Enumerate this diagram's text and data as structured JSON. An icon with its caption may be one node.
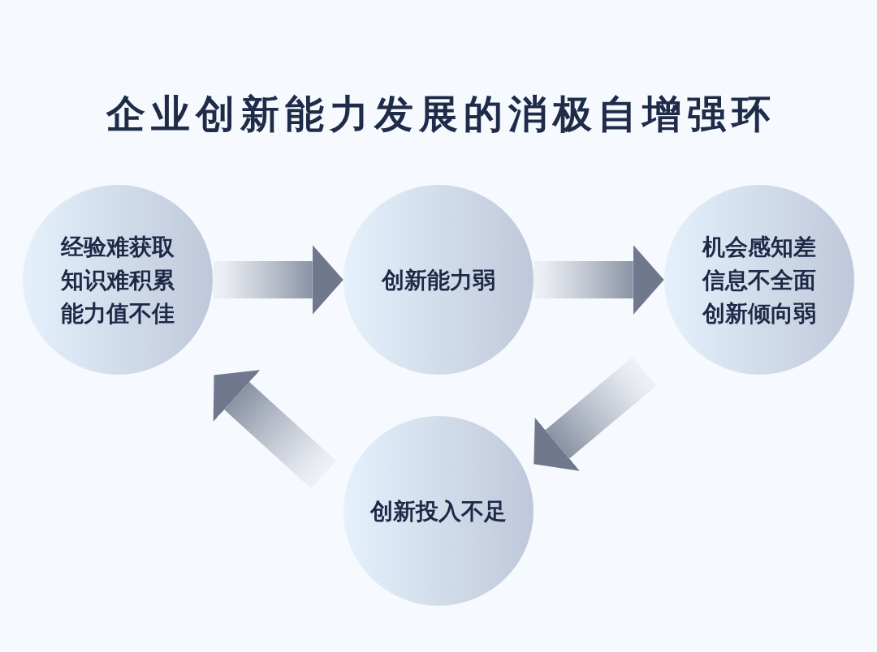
{
  "diagram": {
    "title": "企业创新能力发展的消极自增强环",
    "nodes": [
      {
        "text": [
          "经验难获取",
          "知识难积累",
          "能力值不佳"
        ]
      },
      {
        "text": [
          "创新能力弱"
        ]
      },
      {
        "text": [
          "机会感知差",
          "信息不全面",
          "创新倾向弱"
        ]
      },
      {
        "text": [
          "创新投入不足"
        ]
      }
    ],
    "edges": [
      {
        "from": 0,
        "to": 1,
        "arrow": "to"
      },
      {
        "from": 1,
        "to": 2,
        "arrow": "to"
      },
      {
        "from": 2,
        "to": 3,
        "arrow": "to"
      },
      {
        "from": 3,
        "to": 0,
        "arrow": "to"
      }
    ]
  }
}
